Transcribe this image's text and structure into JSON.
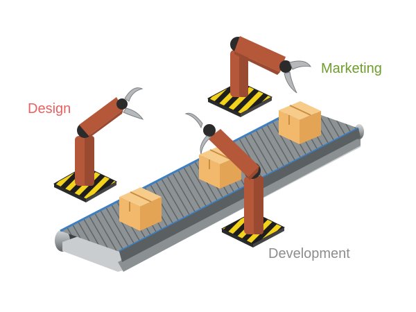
{
  "labels": {
    "design": "Design",
    "marketing": "Marketing",
    "development": "Development"
  },
  "colors": {
    "design": "#e8605f",
    "marketing": "#6e9d2c",
    "development": "#8c8c8c",
    "belt": "#8a8f92",
    "belt_edge": "#3d7fc0",
    "box": "#f2b96c",
    "arm": "#b5583a",
    "joint": "#2b2b2b",
    "claw": "#b5b9bb",
    "hazard_yellow": "#f3d21c",
    "hazard_black": "#1e1e1e"
  },
  "icons": [
    "conveyor-belt-icon",
    "robot-arm-icon",
    "cardboard-box-icon"
  ]
}
